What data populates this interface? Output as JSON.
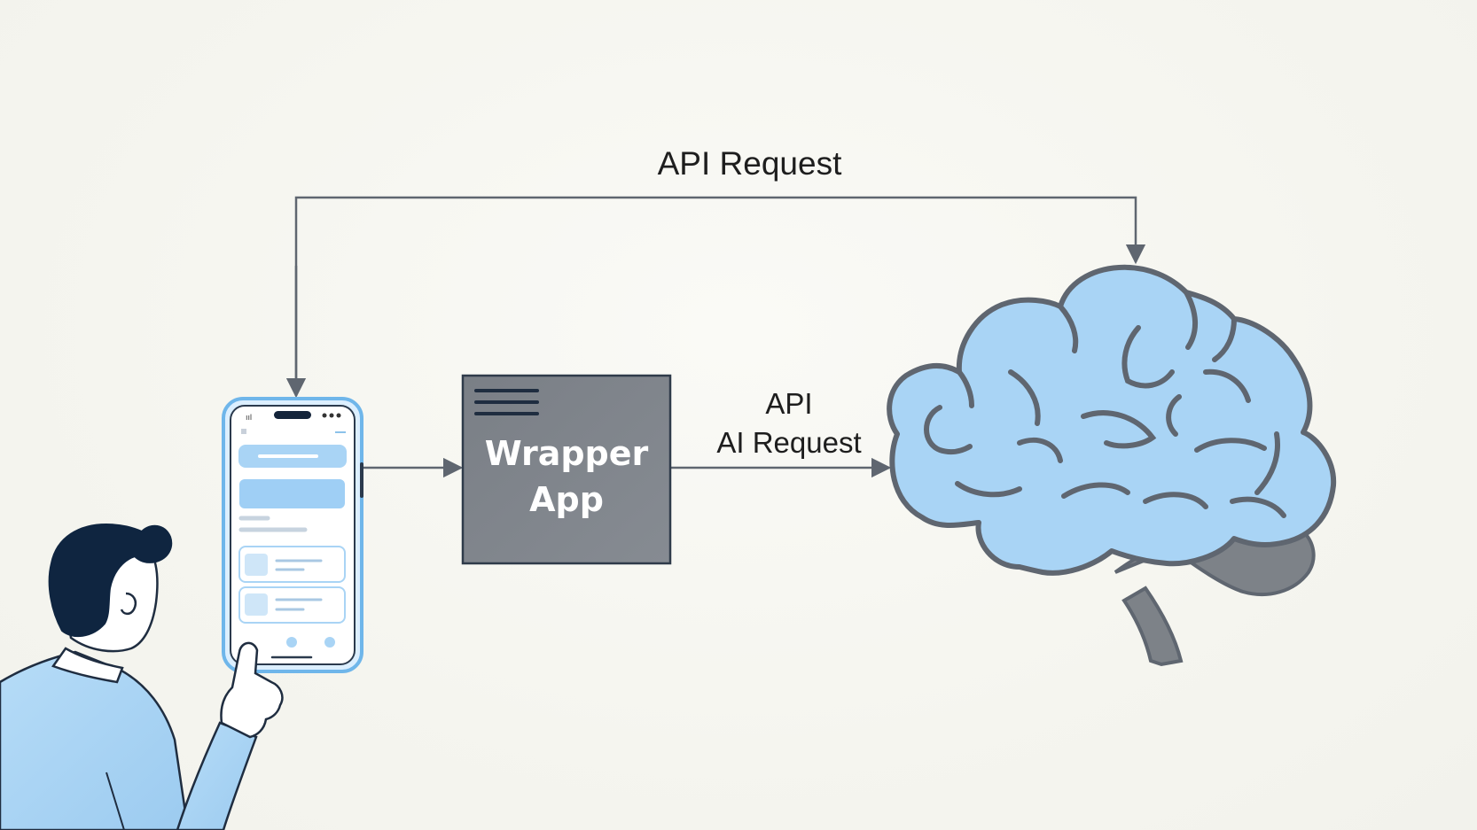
{
  "diagram": {
    "top_arrow_label": "API Request",
    "middle_arrow_label_line1": "API",
    "middle_arrow_label_line2": "AI Request",
    "wrapper_box": {
      "line1": "Wrapper",
      "line2": "App"
    }
  },
  "colors": {
    "background": "#f7f7f2",
    "accent_blue": "#a9d4f5",
    "light_blue": "#cfe6f8",
    "phone_outline": "#7cbbe8",
    "box_fill": "#7d8288",
    "box_border": "#2f3b4a",
    "stroke_gray": "#5f6670",
    "hair_navy": "#0f2540"
  },
  "icons": {
    "person": "person-pointing-icon",
    "phone": "smartphone-icon",
    "brain": "brain-icon",
    "menu": "hamburger-menu-icon"
  }
}
